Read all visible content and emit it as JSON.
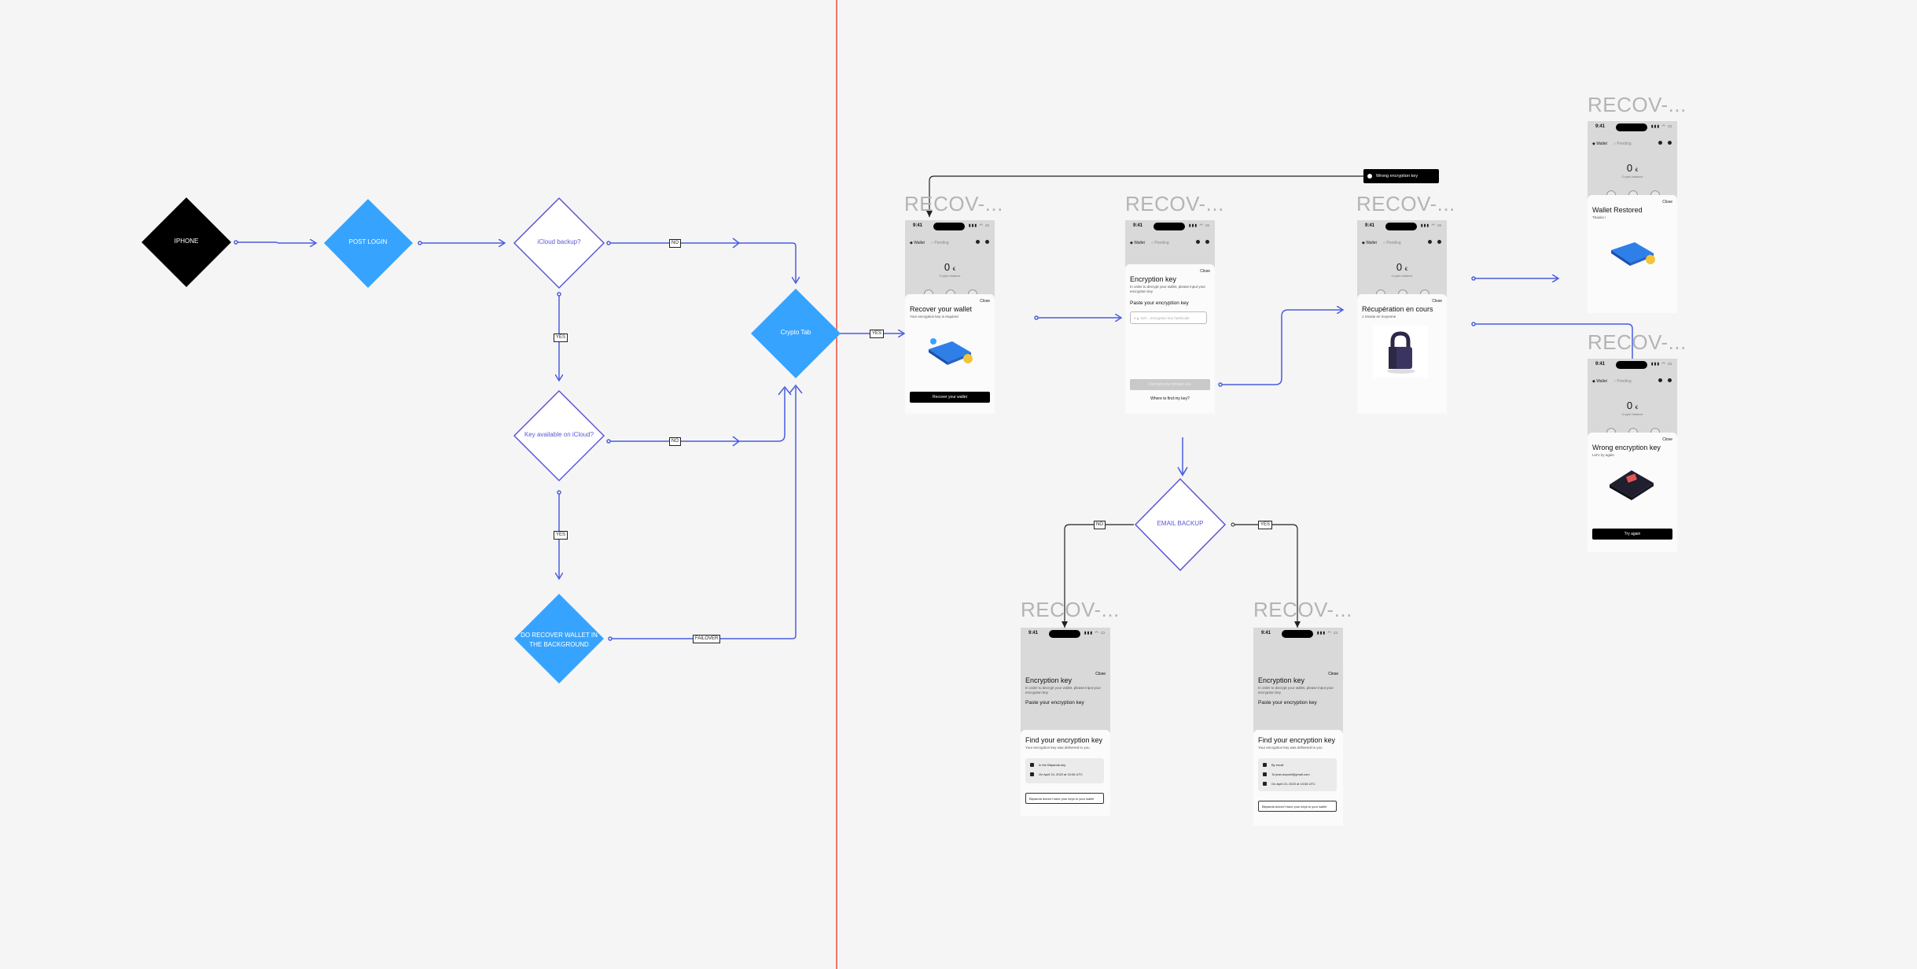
{
  "colors": {
    "background": "#f5f5f5",
    "divider": "#ef4b3c",
    "connector": "#4a5de0",
    "diamond_blue": "#36a4ff",
    "diamond_black": "#000000",
    "diamond_outline": "#5b57d6",
    "connector_dark": "#222222"
  },
  "nodes": {
    "iphone": "IPHONE",
    "post_login": "POST LOGIN",
    "icloud_backup": "iCloud backup?",
    "key_available": "Key available on iCloud?",
    "do_recover": "DO RECOVER WALLET IN THE BACKGROUND",
    "crypto_tab": "Crypto Tab",
    "email_backup": "EMAIL BACKUP"
  },
  "edge_labels": {
    "icloud_no": "NO",
    "icloud_yes": "YES",
    "key_no": "NO",
    "key_yes": "YES",
    "failover": "FAILOVER",
    "crypto_yes": "YES",
    "email_no": "NO",
    "email_yes": "YES"
  },
  "frame_titles": {
    "f1": "RECOV-...",
    "f2": "RECOV-...",
    "f3": "RECOV-...",
    "f4": "RECOV-...",
    "f5": "RECOV-...",
    "f6": "RECOV-...",
    "f7": "RECOV-..."
  },
  "toast": {
    "text": "Wrong encryption key"
  },
  "phone": {
    "time": "9:41",
    "status_icons": "▮▮▮ ◠ ▭",
    "tab_wallet": "◆ Wallet",
    "tab_pending": "○ Pending",
    "balance": "0",
    "balance_unit": "€",
    "balance_sub": "Crypto balance"
  },
  "screens": {
    "recover_wallet": {
      "close": "Close",
      "title": "Recover your wallet",
      "subtitle": "Your encryption key is required",
      "button": "Recover your wallet"
    },
    "encryption_key": {
      "close": "Close",
      "title": "Encryption key",
      "subtitle": "In order to decrypt your wallet, please input your encryption key",
      "paste_label": "Paste your encryption key",
      "input_placeholder": "e.g. 0x0 ...encryption key hashcode",
      "button": "Decrypt your private key",
      "link": "Where to find my key?"
    },
    "recuperation": {
      "close": "Close",
      "title": "Récupération en cours",
      "subtitle": "1 minute en moyenne"
    },
    "wallet_restored": {
      "close": "Close",
      "title": "Wallet Restored",
      "subtitle": "Thanks !"
    },
    "wrong_key": {
      "close": "Close",
      "title": "Wrong encryption key",
      "subtitle": "Let's try again",
      "button": "Try again"
    },
    "find_key_icloud": {
      "close": "Close",
      "bg_title": "Encryption key",
      "bg_subtitle": "In order to decrypt your wallet, please input your encryption key",
      "bg_paste": "Paste your encryption key",
      "title": "Find your encryption key",
      "subtitle": "Your encryption key was delivered to you",
      "row1": "In the Bitpanda key",
      "row2": "On April 24, 2023 at 10:06 UTC",
      "button": "Bitpanda doesn't have your keys to your wallet"
    },
    "find_key_email": {
      "close": "Close",
      "bg_title": "Encryption key",
      "bg_subtitle": "In order to decrypt your wallet, please input your encryption key",
      "bg_paste": "Paste your encryption key",
      "title": "Find your encryption key",
      "subtitle": "Your encryption key was delivered to you",
      "row1": "By email",
      "row2": "To jean.dupont@gmail.com",
      "row3": "On April 24, 2023 at 10:06 UTC",
      "button": "Bitpanda doesn't have your keys to your wallet"
    }
  }
}
